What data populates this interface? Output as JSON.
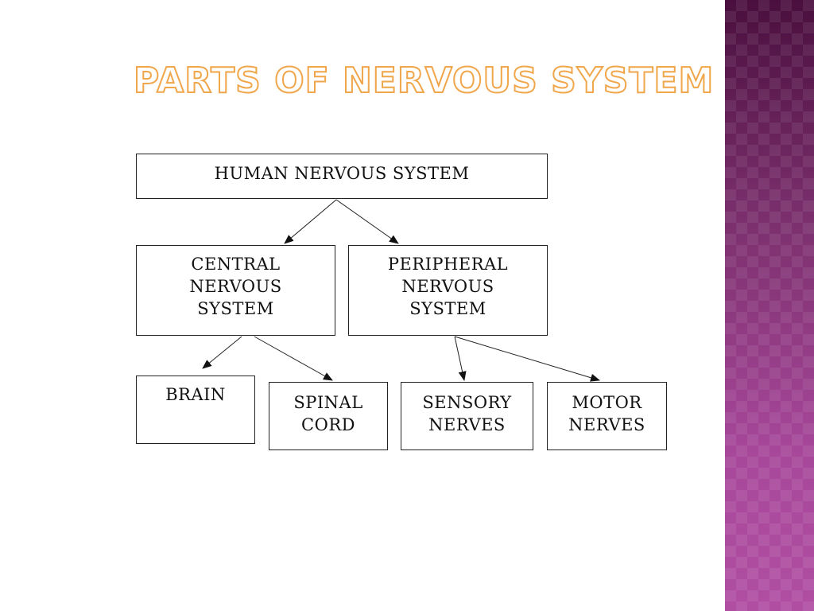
{
  "slide": {
    "title": "Parts of Nervous System"
  },
  "diagram": {
    "root": "HUMAN NERVOUS SYSTEM",
    "central": [
      "CENTRAL",
      "NERVOUS",
      "SYSTEM"
    ],
    "peripheral": [
      "PERIPHERAL",
      "NERVOUS",
      "SYSTEM"
    ],
    "brain": [
      "BRAIN"
    ],
    "spinal_cord": [
      "SPINAL",
      "CORD"
    ],
    "sensory_nerves": [
      "SENSORY",
      "NERVES"
    ],
    "motor_nerves": [
      "MOTOR",
      "NERVES"
    ]
  },
  "theme": {
    "title_outline_color": "#f0a64a",
    "side_band_color": "#7a2f6c"
  }
}
